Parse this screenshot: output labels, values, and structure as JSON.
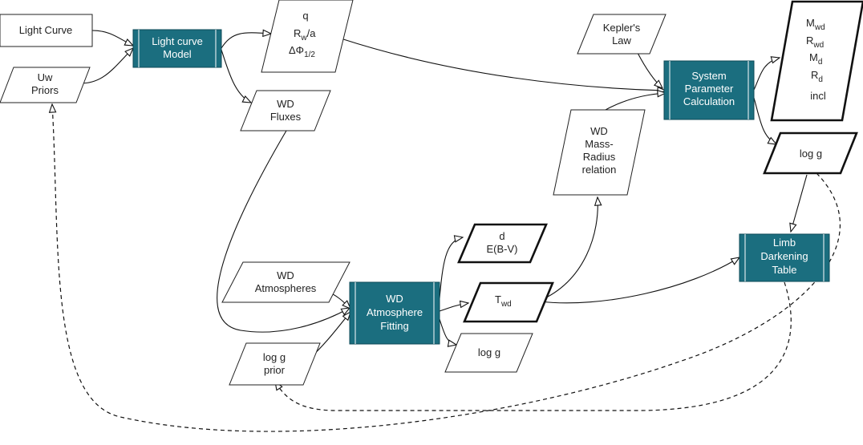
{
  "nodes": {
    "light_curve": {
      "lines": [
        "Light Curve"
      ]
    },
    "uw_priors": {
      "lines": [
        "Uw",
        "Priors"
      ]
    },
    "lc_model": {
      "lines": [
        "Light curve",
        "Model"
      ]
    },
    "q_params": {
      "q": "q",
      "rw": "R",
      "rw_sub": "w",
      "rw_tail": "/a",
      "dphi": "ΔΦ",
      "dphi_sub": "1/2"
    },
    "wd_fluxes": {
      "lines": [
        "WD",
        "Fluxes"
      ]
    },
    "keplers_law": {
      "lines": [
        "Kepler's",
        "Law"
      ]
    },
    "sys_param": {
      "lines": [
        "System",
        "Parameter",
        "Calculation"
      ]
    },
    "results": {
      "m_wd": "M",
      "m_wd_sub": "wd",
      "r_wd": "R",
      "r_wd_sub": "wd",
      "m_d": "M",
      "m_d_sub": "d",
      "r_d": "R",
      "r_d_sub": "d",
      "incl": "incl"
    },
    "mass_radius": {
      "lines": [
        "WD",
        "Mass-",
        "Radius",
        "relation"
      ]
    },
    "log_g_top": {
      "lines": [
        "log g"
      ]
    },
    "d_ebv": {
      "lines": [
        "d",
        "E(B-V)"
      ]
    },
    "limb_darkening": {
      "lines": [
        "Limb",
        "Darkening",
        "Table"
      ]
    },
    "wd_atmospheres": {
      "lines": [
        "WD",
        "Atmospheres"
      ]
    },
    "wd_atm_fitting": {
      "lines": [
        "WD",
        "Atmosphere",
        "Fitting"
      ]
    },
    "t_wd": {
      "t": "T",
      "t_sub": "wd"
    },
    "log_g_bottom": {
      "lines": [
        "log g"
      ]
    },
    "log_g_prior": {
      "lines": [
        "log g",
        "prior"
      ]
    }
  }
}
